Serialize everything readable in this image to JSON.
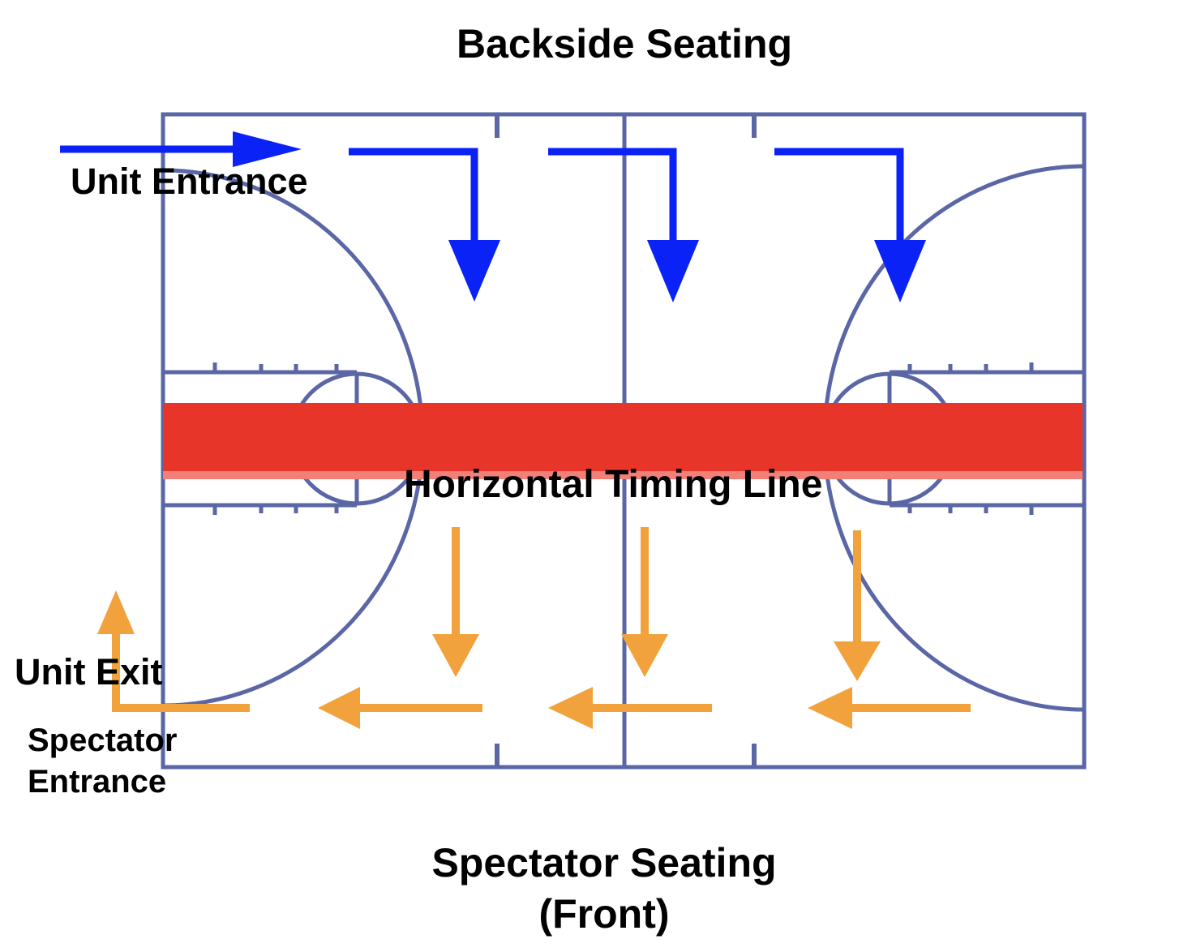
{
  "labels": {
    "backside_seating": "Backside Seating",
    "spectator_seating_line1": "Spectator Seating",
    "spectator_seating_line2": "(Front)",
    "unit_entrance": "Unit Entrance",
    "unit_exit": "Unit Exit",
    "spectator_entrance_line1": "Spectator",
    "spectator_entrance_line2": "Entrance",
    "timing_line": "Horizontal Timing Line"
  },
  "colors": {
    "court_lines": "#5a66a6",
    "entrance_arrows": "#0a22f5",
    "exit_arrows": "#f2a23c",
    "timing_line": "#e8352a"
  }
}
